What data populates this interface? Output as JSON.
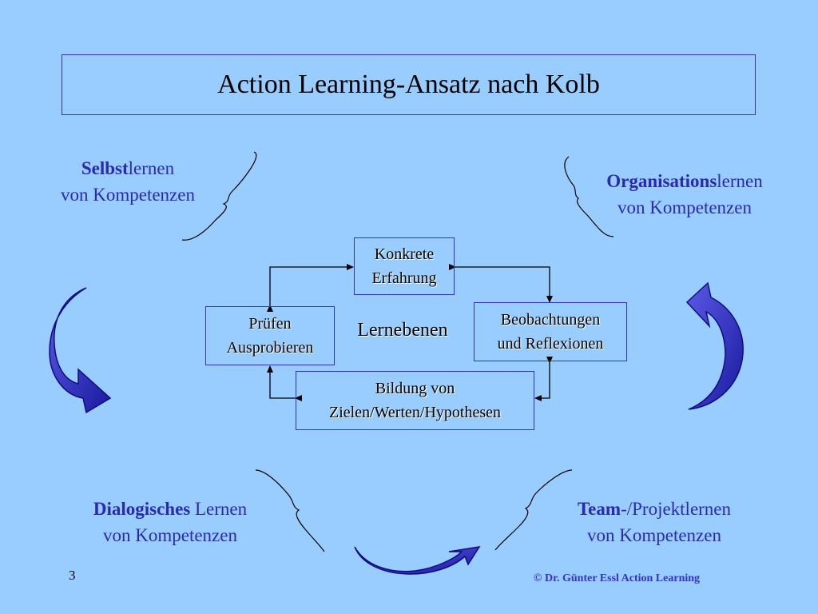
{
  "title": "Action Learning-Ansatz nach Kolb",
  "corners": {
    "top_left": {
      "bold": "Selbst",
      "rest": "lernen",
      "line2": "von Kompetenzen"
    },
    "top_right": {
      "bold": "Organisations",
      "rest": "lernen",
      "line2": "von Kompetenzen"
    },
    "bottom_left": {
      "bold": "Dialogisches",
      "rest": " Lernen",
      "line2": "von Kompetenzen"
    },
    "bottom_right": {
      "bold": "Team",
      "rest": "-/Projektlernen",
      "line2": "von Kompetenzen"
    }
  },
  "cycle": {
    "center_label": "Lernebenen",
    "top": {
      "line1": "Konkrete",
      "line2": "Erfahrung"
    },
    "right": {
      "line1": "Beobachtungen",
      "line2": "und Reflexionen"
    },
    "bottom": {
      "line1": "Bildung von",
      "line2": "Zielen/Werten/Hypothesen"
    },
    "left": {
      "line1": "Prüfen",
      "line2": "Ausprobieren"
    }
  },
  "footer": {
    "page_number": "3",
    "credit": "© Dr. Günter Essl  Action Learning"
  },
  "colors": {
    "background": "#99ccff",
    "accent": "#3333cc",
    "corner_text": "#2a2ab0",
    "arrow_fill": "#2323b0"
  }
}
